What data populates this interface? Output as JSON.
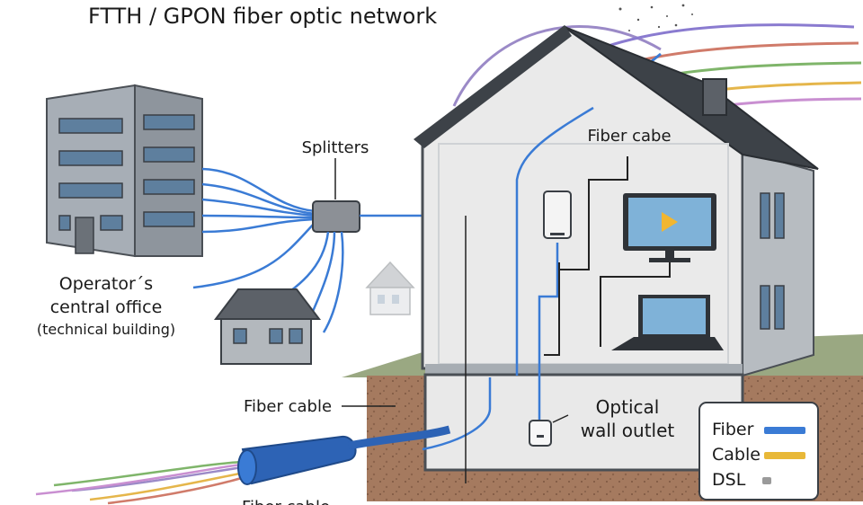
{
  "title": "FTTH / GPON fiber optic network",
  "labels": {
    "splitters": "Splitters",
    "fiber_cabe": "Fiber cabe",
    "central_office_line1": "Operator´s",
    "central_office_line2": "central office",
    "central_office_line3": "(technical building)",
    "fiber_cable_ground": "Fiber cable",
    "fiber_cable_bottom": "Fiber cable",
    "optical_line1": "Optical",
    "optical_line2": "wall outlet"
  },
  "legend": {
    "items": [
      {
        "label": "Fiber",
        "color": "#3a7bd5"
      },
      {
        "label": "Cable",
        "color": "#e8b838"
      },
      {
        "label": "DSL",
        "color": "#9a9a9a"
      }
    ]
  },
  "colors": {
    "fiber": "#3a7bd5",
    "building": "#8e959d",
    "roof": "#3d4248",
    "soil": "#a0735a",
    "grass": "#9aa882"
  }
}
